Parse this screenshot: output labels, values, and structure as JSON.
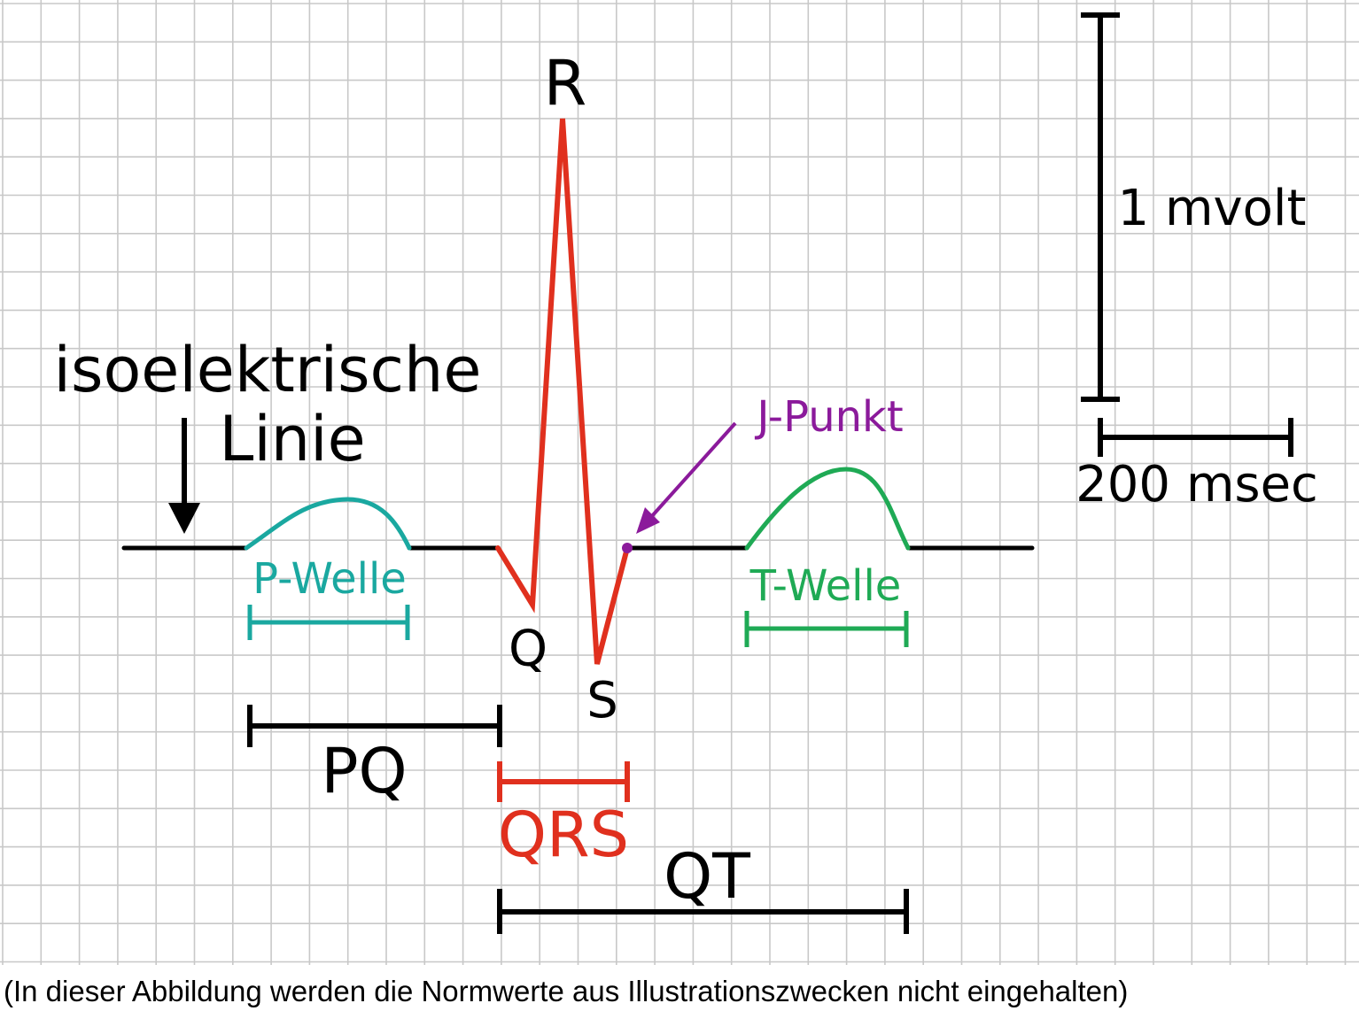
{
  "colors": {
    "background": "#ffffff",
    "grid": "#c8c8c8",
    "baseline": "#000000",
    "p_wave": "#1aa8a0",
    "qrs": "#e0301e",
    "t_wave": "#1faa55",
    "j_point": "#8b1a9b",
    "intervals": "#000000"
  },
  "labels": {
    "r": "R",
    "q": "Q",
    "s": "S",
    "isoelectric_line_1": "isoelektrische",
    "isoelectric_line_2": "Linie",
    "p_wave": "P-Welle",
    "t_wave": "T-Welle",
    "j_point": "J-Punkt",
    "pq": "PQ",
    "qrs": "QRS",
    "qt": "QT",
    "voltage_scale": "1 mvolt",
    "time_scale": "200 msec",
    "caption": "(In dieser Abbildung werden die Normwerte aus Illustrationszwecken nicht eingehalten)"
  }
}
